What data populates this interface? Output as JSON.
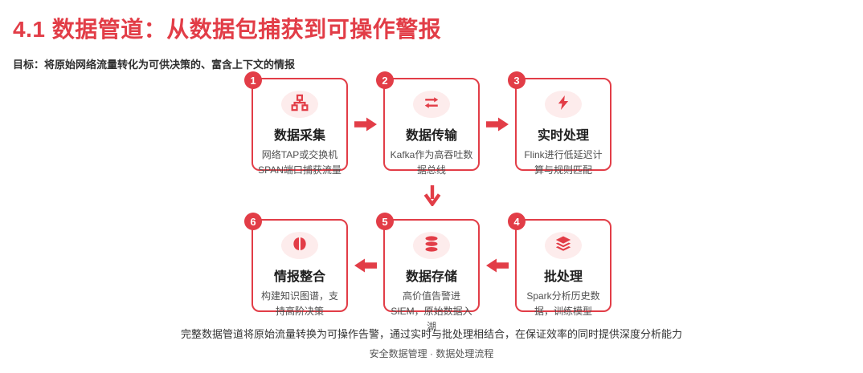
{
  "page": {
    "title": "4.1 数据管道：从数据包捕获到可操作警报",
    "subtitle": "目标：将原始网络流量转化为可供决策的、富含上下文的情报",
    "summary": "完整数据管道将原始流量转换为可操作告警，通过实时与批处理相结合，在保证效率的同时提供深度分析能力",
    "footer": "安全数据管理 · 数据处理流程"
  },
  "colors": {
    "accent_red": "#e23d47",
    "icon_bubble_pink": "#fdecec",
    "card_title_dark": "#1e1e1e",
    "desc_gray": "#505050"
  },
  "steps": [
    {
      "num": "1",
      "icon": "sitemap-icon",
      "title": "数据采集",
      "desc": "网络TAP或交换机SPAN端口捕获流量"
    },
    {
      "num": "2",
      "icon": "exchange-icon",
      "title": "数据传输",
      "desc": "Kafka作为高吞吐数据总线"
    },
    {
      "num": "3",
      "icon": "bolt-icon",
      "title": "实时处理",
      "desc": "Flink进行低延迟计算与规则匹配"
    },
    {
      "num": "4",
      "icon": "layers-icon",
      "title": "批处理",
      "desc": "Spark分析历史数据，训练模型"
    },
    {
      "num": "5",
      "icon": "database-icon",
      "title": "数据存储",
      "desc": "高价值告警进SIEM，原始数据入湖"
    },
    {
      "num": "6",
      "icon": "brain-icon",
      "title": "情报整合",
      "desc": "构建知识图谱，支持高阶决策"
    }
  ]
}
